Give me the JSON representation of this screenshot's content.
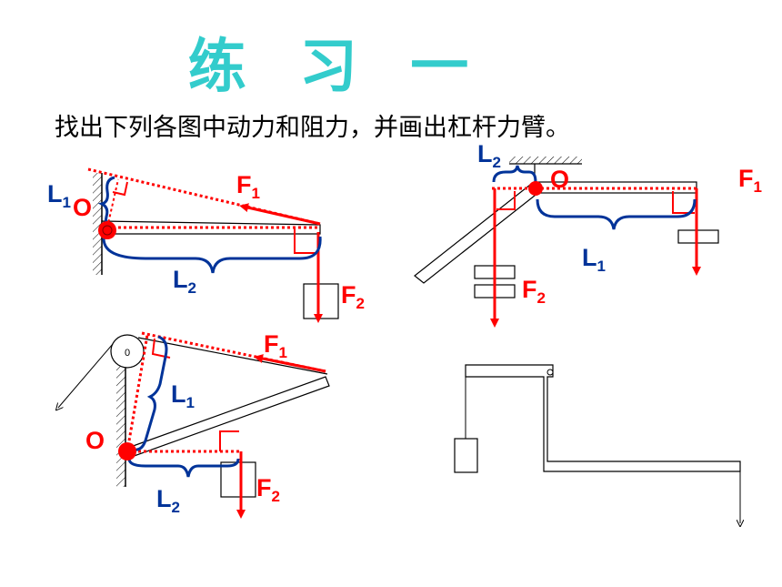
{
  "title": "练 习 一",
  "instruction": "找出下列各图中动力和阻力，并画出杠杆力臂。",
  "colors": {
    "title": "#33cccc",
    "force": "#ff0000",
    "arm": "#003399",
    "structure": "#000000"
  },
  "diagrams": {
    "d1": {
      "pivot": "O",
      "arm1": "L",
      "arm1_sub": "1",
      "arm2": "L",
      "arm2_sub": "2",
      "force1": "F",
      "force1_sub": "1",
      "force2": "F",
      "force2_sub": "2"
    },
    "d2": {
      "pivot": "O",
      "arm1": "L",
      "arm1_sub": "1",
      "arm2": "L",
      "arm2_sub": "2",
      "force1": "F",
      "force1_sub": "1",
      "force2": "F",
      "force2_sub": "2"
    },
    "d3": {
      "pivot": "O",
      "pulley": "0",
      "arm1": "L",
      "arm1_sub": "1",
      "arm2": "L",
      "arm2_sub": "2",
      "force1": "F",
      "force1_sub": "1",
      "force2": "F",
      "force2_sub": "2"
    }
  }
}
